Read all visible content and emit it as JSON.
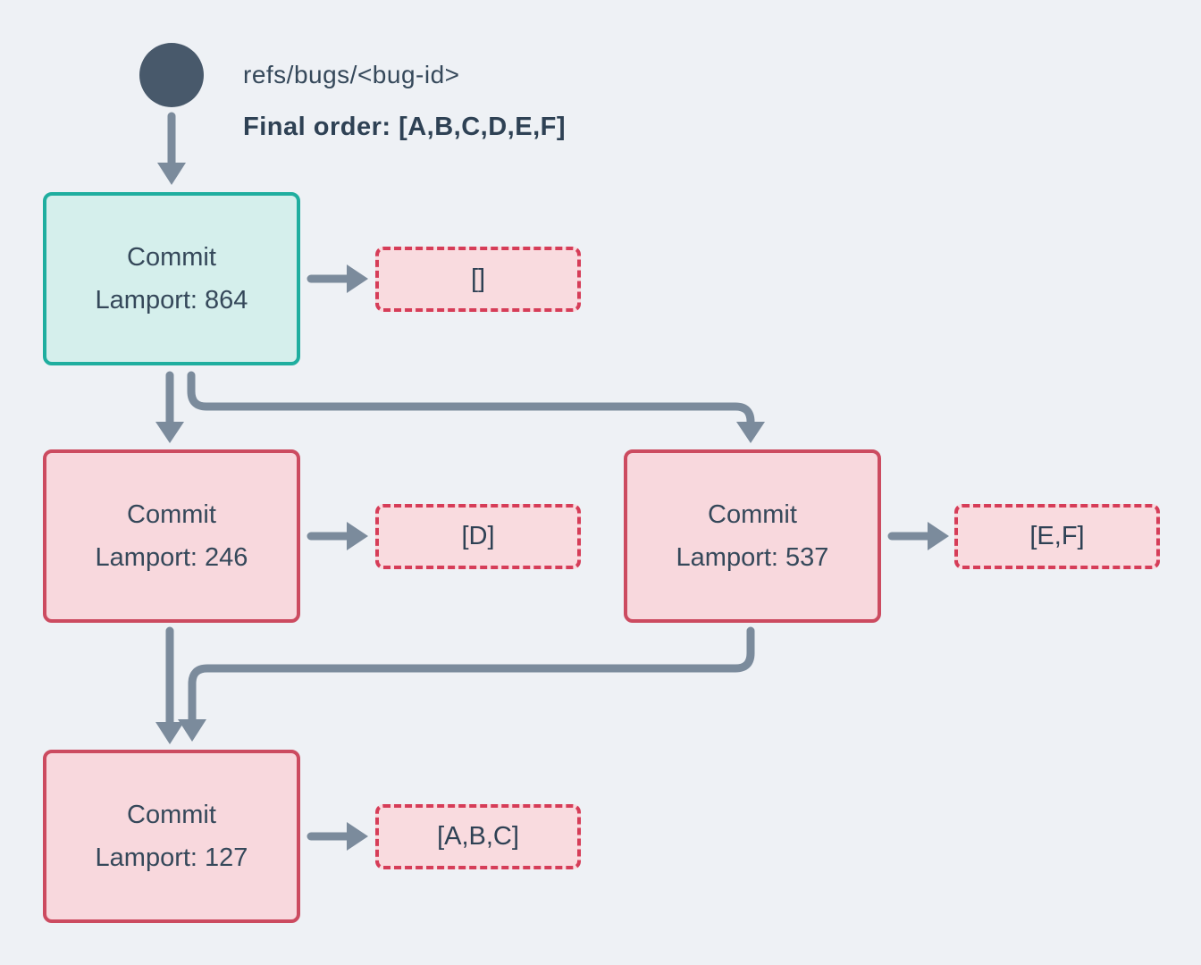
{
  "header": {
    "ref_name": "refs/bugs/<bug-id>",
    "final_order": "Final order: [A,B,C,D,E,F]"
  },
  "commits": [
    {
      "title": "Commit",
      "lamport": "Lamport: 864",
      "payload": "[]",
      "role": "head"
    },
    {
      "title": "Commit",
      "lamport": "Lamport: 246",
      "payload": "[D]",
      "role": "normal"
    },
    {
      "title": "Commit",
      "lamport": "Lamport: 537",
      "payload": "[E,F]",
      "role": "normal"
    },
    {
      "title": "Commit",
      "lamport": "Lamport: 127",
      "payload": "[A,B,C]",
      "role": "normal"
    }
  ],
  "colors": {
    "background": "#eef1f5",
    "text": "#35485a",
    "arrow": "#7b8b9c",
    "ref_circle": "#48596b",
    "head_commit_border": "#1fae9f",
    "head_commit_fill": "#d5efec",
    "commit_border": "#cc4b60",
    "commit_fill": "#f8d8dd",
    "payload_border": "#d63d58",
    "payload_fill": "#f9dbdf"
  }
}
